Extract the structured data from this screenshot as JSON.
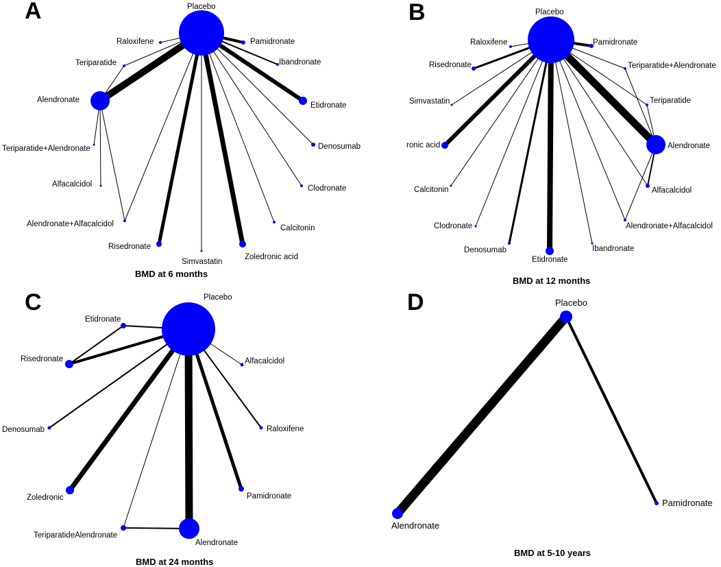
{
  "colors": {
    "node": "#0000ff",
    "edge": "#000000",
    "background": "#ffffff"
  },
  "panels": {
    "a": {
      "letter": "A",
      "caption": "BMD at 6 months",
      "nodes": {
        "placebo": "Placebo",
        "raloxifene": "Raloxifene",
        "pamidronate": "Pamidronate",
        "ibandronate": "Ibandronate",
        "teriparatide": "Teriparatide",
        "alendronate": "Alendronate",
        "etidronate": "Etidronate",
        "teriparatide_alendronate": "Teriparatide+Alendronate",
        "denosumab": "Denosumab",
        "alfacalcidol": "Alfacalcidol",
        "clodronate": "Clodronate",
        "alendronate_alfacalcidol": "Alendronate+Alfacalcidol",
        "calcitonin": "Calcitonin",
        "risedronate": "Risedronate",
        "zoledronic_acid": "Zoledronic acid",
        "simvastatin": "Simvastatin"
      }
    },
    "b": {
      "letter": "B",
      "caption": "BMD at 12 months",
      "nodes": {
        "placebo": "Placebo",
        "raloxifene": "Raloxifene",
        "pamidronate": "Pamidronate",
        "teriparatide_alendronate": "Teriparatide+Alendronate",
        "risedronate": "Risedronate",
        "simvastatin": "Simvastatin",
        "teriparatide": "Teriparatide",
        "zoledronic_acid": "ronic acid",
        "alendronate": "Alendronate",
        "calcitonin": "Calcitonin",
        "alfacalcidol": "Alfacalcidol",
        "clodronate": "Clodronate",
        "alendronate_alfacalcidol": "Alendronate+Alfacalcidol",
        "denosumab": "Denosumab",
        "ibandronate": "Ibandronate",
        "etidronate": "Etidronate"
      }
    },
    "c": {
      "letter": "C",
      "caption": "BMD at 24 months",
      "nodes": {
        "placebo": "Placebo",
        "etidronate": "Etidronate",
        "risedronate": "Risedronate",
        "alfacalcidol": "Alfacalcidol",
        "denosumab": "Denosumab",
        "raloxifene": "Raloxifene",
        "zoledronic": "Zoledronic",
        "pamidronate": "Pamidronate",
        "teriparatide_alendronate": "TeriparatideAlendronate",
        "alendronate": "Alendronate"
      }
    },
    "d": {
      "letter": "D",
      "caption": "BMD at 5-10 years",
      "nodes": {
        "placebo": "Placebo",
        "pamidronate": "Pamidronate",
        "alendronate": "Alendronate"
      }
    }
  }
}
